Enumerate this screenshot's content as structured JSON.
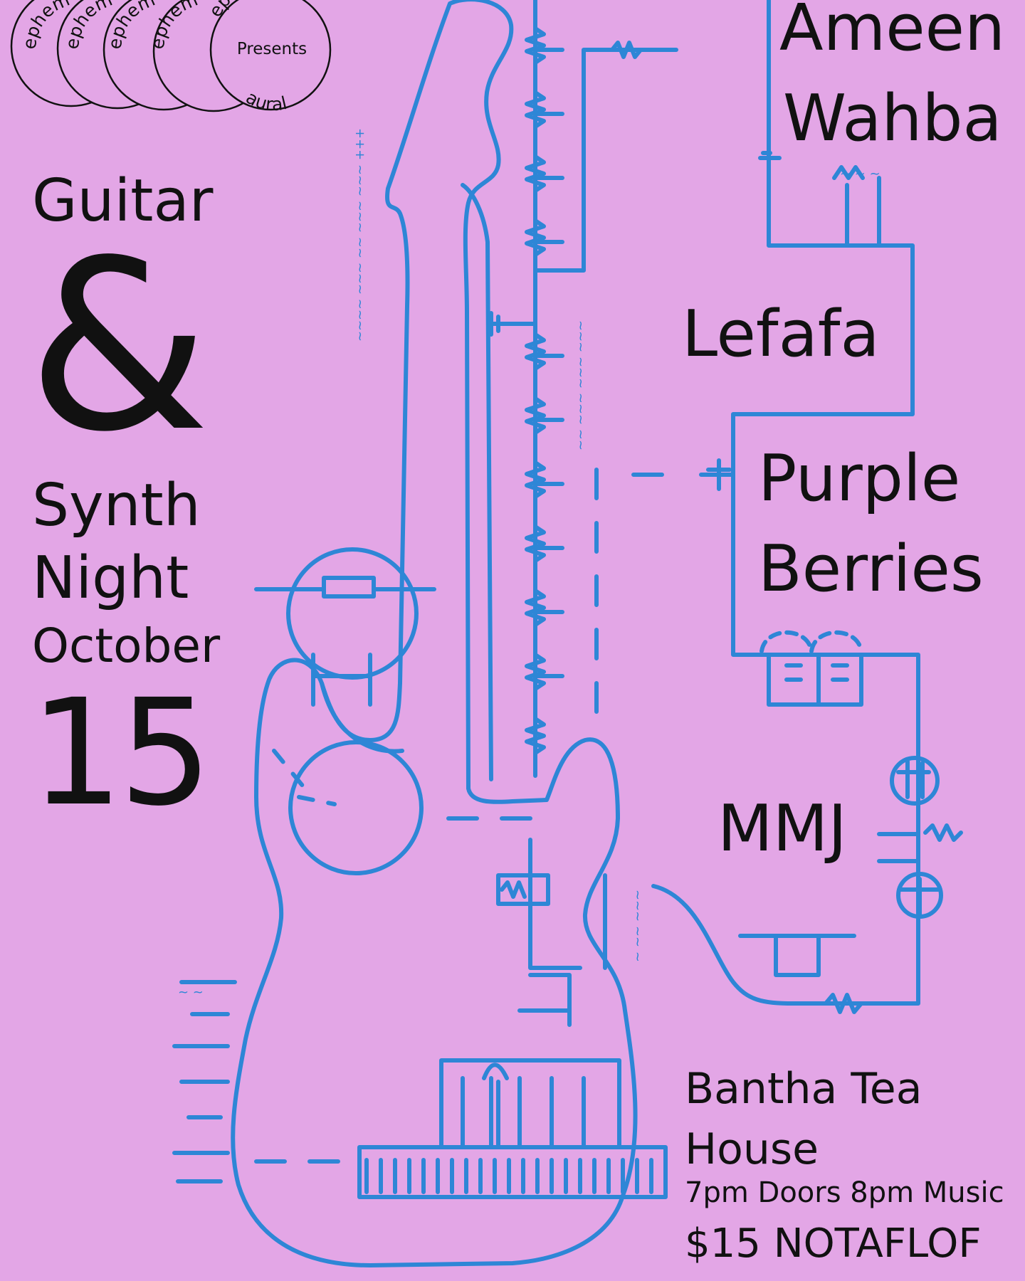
{
  "logo": {
    "word_top": "ephem",
    "word_bottom": "aural",
    "presents": "Presents"
  },
  "event": {
    "line1": "Guitar",
    "ampersand": "&",
    "line2": "Synth",
    "line3": "Night",
    "month": "October",
    "day": "15"
  },
  "bands": [
    {
      "line1": "Ameen",
      "line2": "Wahba"
    },
    {
      "line1": "Lefafa"
    },
    {
      "line1": "Purple",
      "line2": "Berries"
    },
    {
      "line1": "MMJ"
    }
  ],
  "venue": {
    "line1": "Bantha Tea",
    "line2": "House"
  },
  "times": "7pm Doors 8pm Music",
  "price": "$15 NOTAFLOF",
  "colors": {
    "background": "#e3a6e6",
    "drawing": "#2e86d6",
    "text": "#111111"
  },
  "icons": [
    "guitar-schematic-illustration",
    "circuit-diagram-illustration",
    "ephem-aural-logo"
  ]
}
